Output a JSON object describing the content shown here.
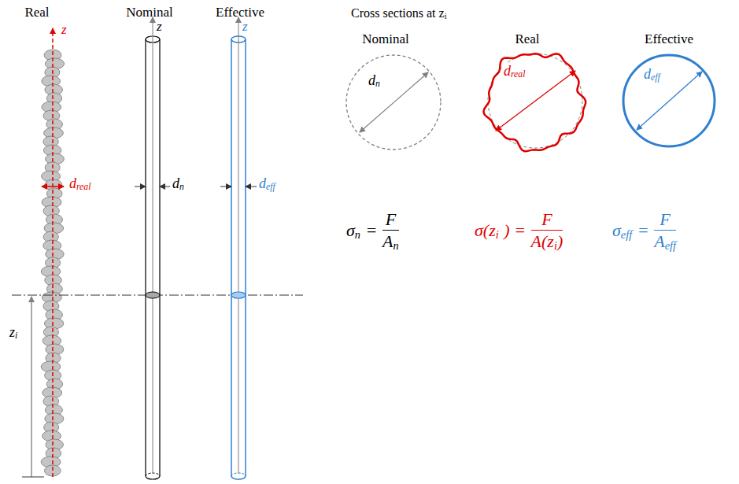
{
  "diagram": {
    "labels": [
      "Real",
      "Nominal",
      "Effective",
      "z",
      "z",
      "z",
      "d",
      "real",
      "d",
      "n",
      "d",
      "eff",
      "z",
      "i",
      "Cross sections at z",
      "i",
      "Nominal",
      "Real",
      "Effective",
      "d",
      "n",
      "d",
      "real",
      "d",
      "eff",
      "σ",
      "n",
      "=",
      "F",
      "A",
      "n",
      "σ(z",
      "i",
      ") =",
      "F",
      "A(z",
      "i",
      ")",
      "σ",
      "eff",
      "=",
      "F",
      "A",
      "eff"
    ]
  }
}
